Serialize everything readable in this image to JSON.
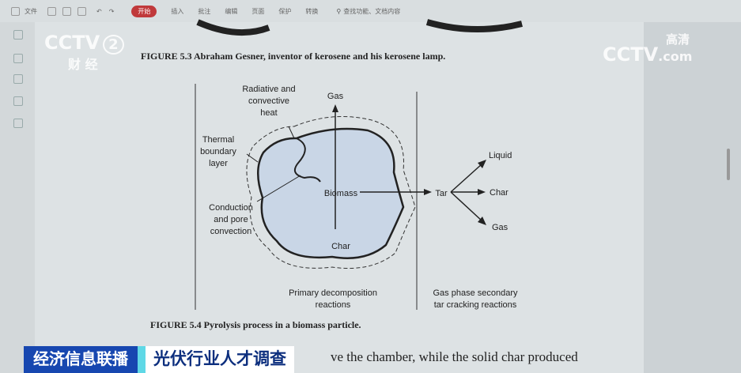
{
  "toolbar": {
    "menu": "文件",
    "tabs": [
      "开始",
      "插入",
      "批注",
      "编辑",
      "页面",
      "保护",
      "转换"
    ],
    "active_tab": "开始",
    "search_placeholder": "查找功能、文档内容"
  },
  "logos": {
    "left": "CCTV 2 财经",
    "right": "CCTV.com 高清"
  },
  "document": {
    "figure_5_3_caption": "FIGURE 5.3   Abraham Gesner, inventor of kerosene and his kerosene lamp.",
    "figure_5_4_caption": "FIGURE 5.4   Pyrolysis process in a biomass particle.",
    "body_text": "ve the chamber, while the solid char produced",
    "diagram": {
      "radiative": [
        "Radiative and",
        "convective",
        "heat"
      ],
      "thermal": [
        "Thermal",
        "boundary",
        "layer"
      ],
      "conduction": [
        "Conduction",
        "and pore",
        "convection"
      ],
      "gas_top": "Gas",
      "biomass": "Biomass",
      "char_bottom": "Char",
      "tar": "Tar",
      "liquid": "Liquid",
      "char_right": "Char",
      "gas_right": "Gas",
      "primary": [
        "Primary decomposition",
        "reactions"
      ],
      "secondary": [
        "Gas phase secondary",
        "tar cracking reactions"
      ],
      "particle_fill": "#c9d6e6"
    }
  },
  "ticker": {
    "program": "经济信息联播",
    "headline": "光伏行业人才调查"
  },
  "colors": {
    "ticker_blue": "#1747b0",
    "ticker_accent": "#5fd8e6",
    "active_tab": "#c0393b"
  }
}
